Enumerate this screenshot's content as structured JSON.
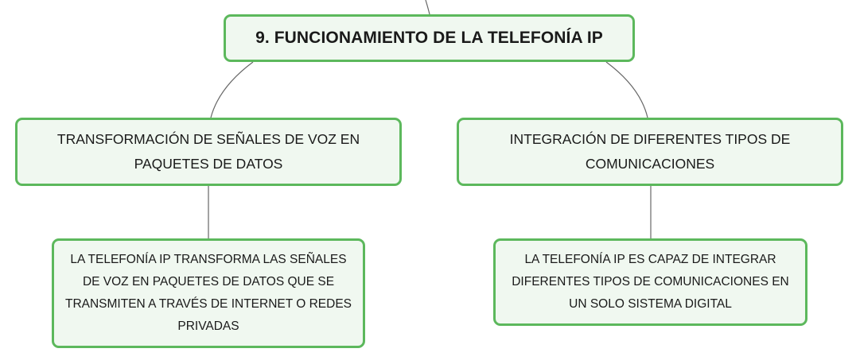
{
  "diagram": {
    "root": {
      "label": "9. FUNCIONAMIENTO DE LA TELEFONÍA IP"
    },
    "branches": [
      {
        "label": "TRANSFORMACIÓN DE SEÑALES DE VOZ EN PAQUETES DE DATOS",
        "detail": "LA TELEFONÍA IP TRANSFORMA LAS SEÑALES DE VOZ EN PAQUETES DE DATOS QUE SE TRANSMITEN A TRAVÉS DE INTERNET O REDES PRIVADAS"
      },
      {
        "label": "INTEGRACIÓN DE DIFERENTES TIPOS DE COMUNICACIONES",
        "detail": "LA TELEFONÍA IP ES CAPAZ DE INTEGRAR DIFERENTES TIPOS DE COMUNICACIONES EN UN SOLO SISTEMA DIGITAL"
      }
    ],
    "colors": {
      "node_border": "#5cb85c",
      "node_fill": "#f0f8f0",
      "connector": "#666666",
      "text": "#1a1a1a"
    }
  }
}
